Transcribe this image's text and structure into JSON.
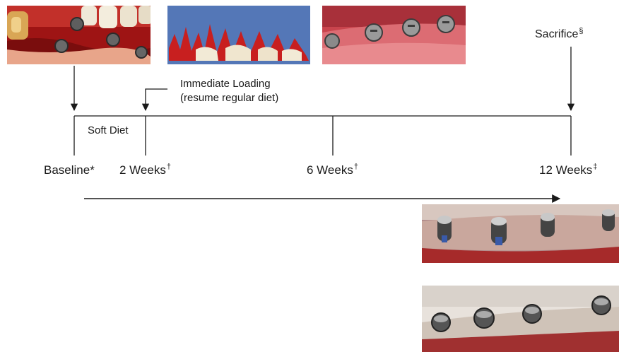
{
  "timeline": {
    "events": [
      {
        "text": "Baseline",
        "mark": "*"
      },
      {
        "text": "2 Weeks",
        "mark": "†"
      },
      {
        "text": "6 Weeks",
        "mark": "†"
      },
      {
        "text": "12 Weeks",
        "mark": "‡"
      }
    ],
    "phase_label": "Soft Diet",
    "loading_label_line1": "Immediate Loading",
    "loading_label_line2": "(resume regular diet)",
    "sacrifice_label": "Sacrifice",
    "sacrifice_mark": "§"
  },
  "photos": [
    {
      "name": "surgical-implant-placement-photo"
    },
    {
      "name": "extracted-teeth-photo"
    },
    {
      "name": "loaded-implants-gingiva-photo"
    },
    {
      "name": "implants-specimen-photo-1"
    },
    {
      "name": "implants-specimen-photo-2"
    }
  ],
  "colors": {
    "line": "#1a1a1a",
    "tissue_red": "#b71c1c",
    "gum_pink": "#d9646a",
    "drape_blue": "#4a6fb0",
    "metal": "#8d8d8d"
  }
}
